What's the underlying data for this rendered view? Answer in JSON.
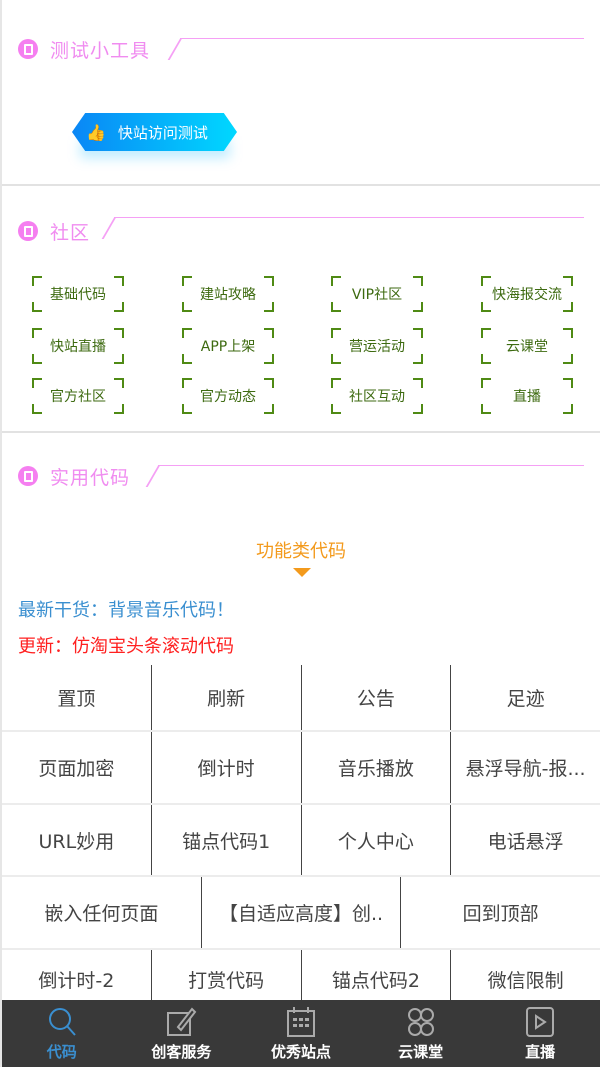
{
  "tools": {
    "title": "测试小工具",
    "button": "快站访问测试"
  },
  "community": {
    "title": "社区",
    "items": [
      "基础代码",
      "建站攻略",
      "VIP社区",
      "快海报交流",
      "快站直播",
      "APP上架",
      "营运活动",
      "云课堂",
      "官方社区",
      "官方动态",
      "社区互动",
      "直播"
    ]
  },
  "code": {
    "title": "实用代码",
    "category": "功能类代码",
    "news": [
      "最新干货：背景音乐代码！",
      "更新：仿淘宝头条滚动代码"
    ],
    "rows": [
      [
        "置顶",
        "刷新",
        "公告",
        "足迹"
      ],
      [
        "页面加密",
        "倒计时",
        "音乐播放",
        "悬浮导航-报..."
      ],
      [
        "URL妙用",
        "锚点代码1",
        "个人中心",
        "电话悬浮"
      ],
      [
        "嵌入任何页面",
        "【自适应高度】创..",
        "回到顶部"
      ],
      [
        "倒计时-2",
        "打赏代码",
        "锚点代码2",
        "微信限制"
      ]
    ]
  },
  "tabbar": {
    "active": 0,
    "items": [
      {
        "label": "代码",
        "icon": "search-icon"
      },
      {
        "label": "创客服务",
        "icon": "edit-icon"
      },
      {
        "label": "优秀站点",
        "icon": "calendar-icon"
      },
      {
        "label": "云课堂",
        "icon": "clover-icon"
      },
      {
        "label": "直播",
        "icon": "play-icon"
      }
    ]
  },
  "colors": {
    "accent": "#3a8fd0",
    "pink": "#f08cf0",
    "green": "#4f8a14",
    "orange": "#f39a1c",
    "red": "#ff2020"
  }
}
